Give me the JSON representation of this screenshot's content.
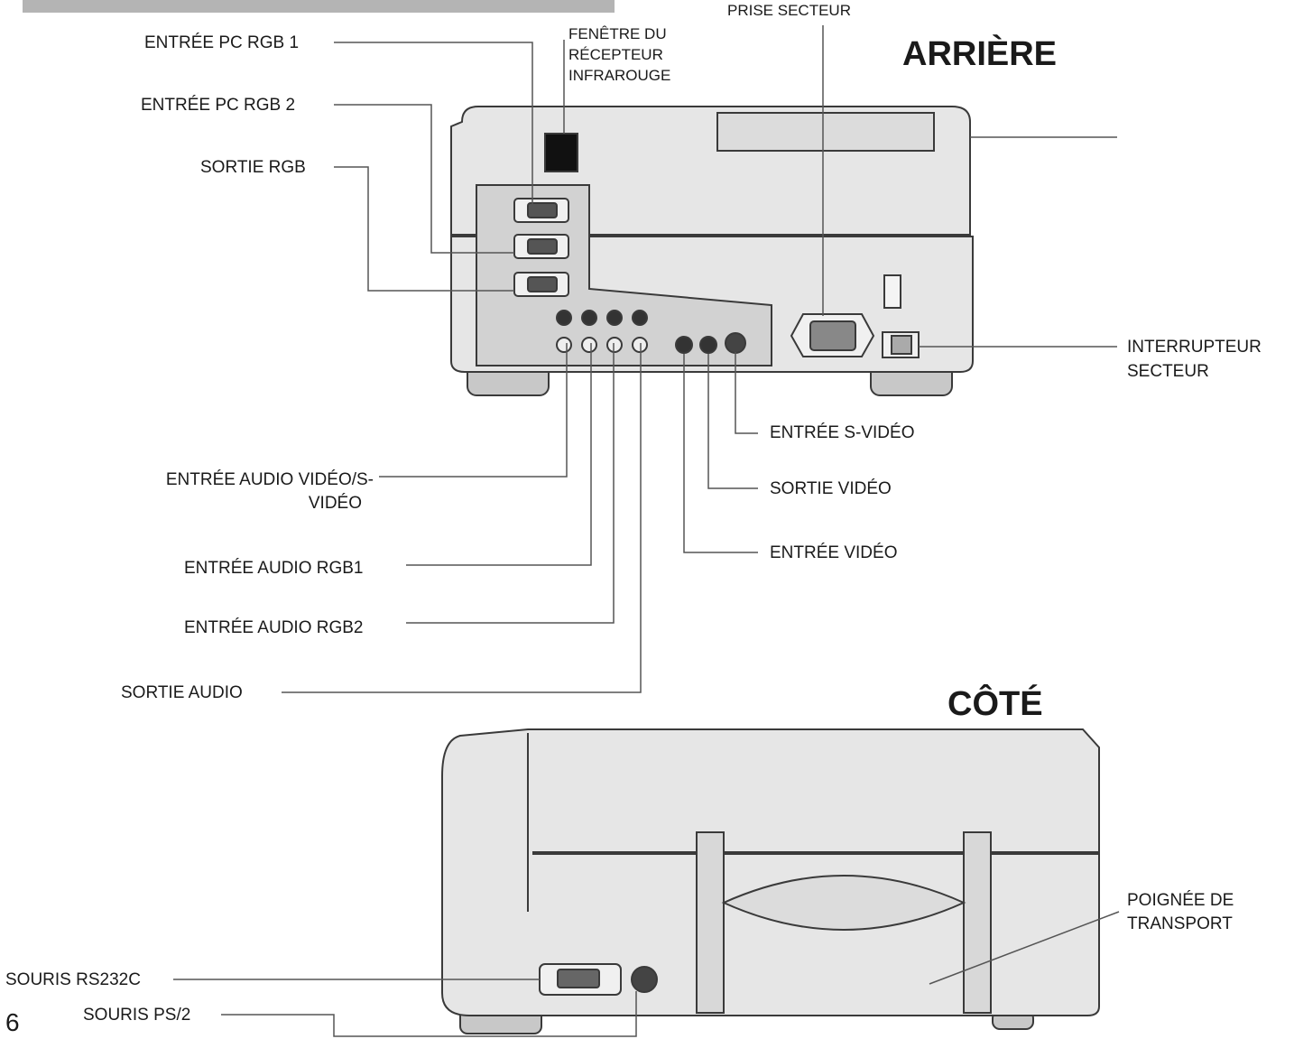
{
  "colors": {
    "header_bar": "#b4b4b4",
    "line": "#555555",
    "device_body": "#e6e6e6",
    "device_panel": "#d2d2d2",
    "device_outline": "#3a3a3a"
  },
  "page_number": "6",
  "rear": {
    "title": "ARRIÈRE",
    "labels": {
      "pc_rgb_1": "ENTRÉE PC RGB 1",
      "pc_rgb_2": "ENTRÉE PC RGB 2",
      "rgb_out": "SORTIE RGB",
      "ir_line1": "FENÊTRE DU",
      "ir_line2": "RÉCEPTEUR",
      "ir_line3": "INFRAROUGE",
      "ac_inlet": "PRISE SECTEUR",
      "switch_line1": "INTERRUPTEUR",
      "switch_line2": "SECTEUR",
      "svideo_in": "ENTRÉE S-VIDÉO",
      "video_out": "SORTIE VIDÉO",
      "video_in": "ENTRÉE VIDÉO",
      "audio_av_line1": "ENTRÉE AUDIO VIDÉO/S-",
      "audio_av_line2": "VIDÉO",
      "audio_rgb1": "ENTRÉE AUDIO RGB1",
      "audio_rgb2": "ENTRÉE AUDIO RGB2",
      "audio_out": "SORTIE AUDIO"
    }
  },
  "side": {
    "title": "CÔTÉ",
    "labels": {
      "handle_line1": "POIGNÉE DE",
      "handle_line2": "TRANSPORT",
      "rs232c": "SOURIS RS232C",
      "ps2": "SOURIS PS/2"
    }
  }
}
